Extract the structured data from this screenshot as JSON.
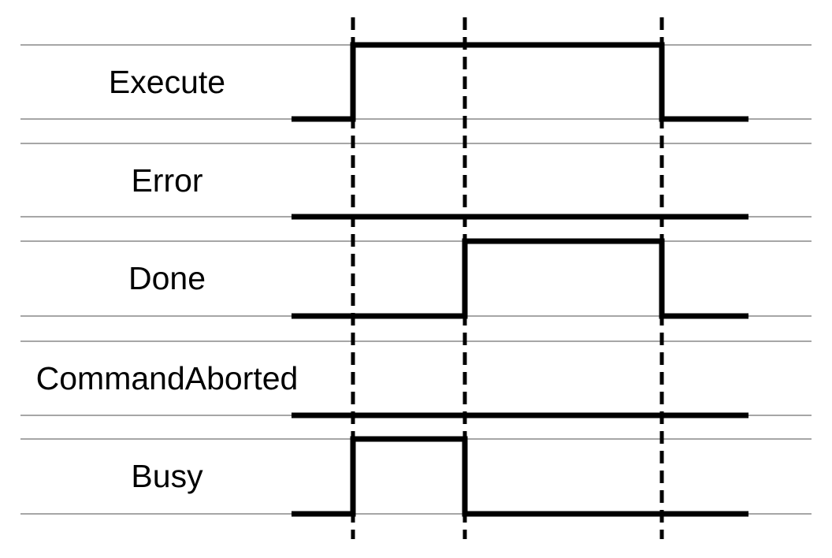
{
  "diagram": {
    "type": "timing-diagram",
    "background_color": "#ffffff",
    "grid_color": "#a6a6a6",
    "signal_color": "#000000",
    "marker_color": "#000000",
    "signals": [
      {
        "label": "Execute",
        "segments": [
          {
            "from": 0,
            "to": 1,
            "level": 0
          },
          {
            "from": 1,
            "to": 3,
            "level": 1
          },
          {
            "from": 3,
            "to": 4,
            "level": 0
          }
        ]
      },
      {
        "label": "Error",
        "segments": [
          {
            "from": 0,
            "to": 4,
            "level": 0
          }
        ]
      },
      {
        "label": "Done",
        "segments": [
          {
            "from": 0,
            "to": 2,
            "level": 0
          },
          {
            "from": 2,
            "to": 3,
            "level": 1
          },
          {
            "from": 3,
            "to": 4,
            "level": 0
          }
        ]
      },
      {
        "label": "CommandAborted",
        "segments": [
          {
            "from": 0,
            "to": 4,
            "level": 0
          }
        ]
      },
      {
        "label": "Busy",
        "segments": [
          {
            "from": 0,
            "to": 1,
            "level": 0
          },
          {
            "from": 1,
            "to": 2,
            "level": 1
          },
          {
            "from": 2,
            "to": 4,
            "level": 0
          }
        ]
      }
    ],
    "time_markers": [
      1,
      2,
      3
    ]
  }
}
